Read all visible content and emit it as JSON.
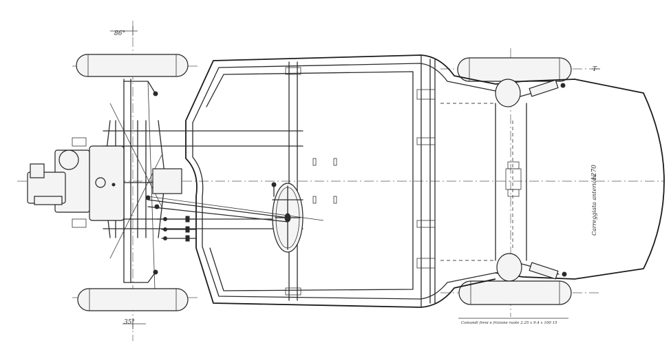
{
  "annotations": {
    "angle_front_top": "86°",
    "angle_front_bottom": "35°",
    "body_label": "Carreggiata anteriore",
    "track_dimension": "1270",
    "footnote": "Comandi freni e frizione ruote 2.25 x 9.4 x 100 15",
    "marker_T": "T"
  },
  "icons": {
    "steering_wheel": "steering-wheel-icon",
    "engine": "engine-icon"
  }
}
